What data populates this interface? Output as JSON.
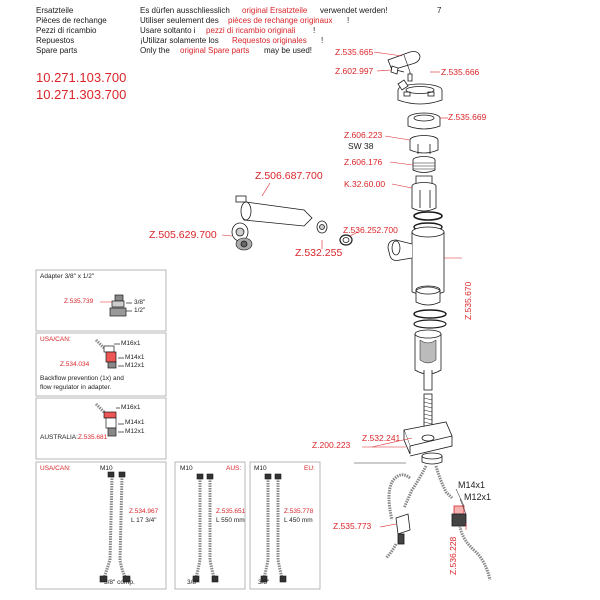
{
  "page_number": "7",
  "header": {
    "rows": [
      {
        "lang": "Ersatzteile",
        "pre": "Es dürfen ausschliesslich",
        "red": "original Ersatzteile",
        "post": "verwendet werden!"
      },
      {
        "lang": "Pièces de rechange",
        "pre": "Utiliser seulement des",
        "red": "pièces de rechange originaux",
        "post": "!"
      },
      {
        "lang": "Pezzi di ricambio",
        "pre": "Usare soltanto i",
        "red": "pezzi di ricambio originali",
        "post": "!"
      },
      {
        "lang": "Repuestos",
        "pre": "¡Utilizar solamente los",
        "red": "Requestos originales",
        "post": "!"
      },
      {
        "lang": "Spare parts",
        "pre": "Only the",
        "red": "original Spare parts",
        "post": "may be used!"
      }
    ]
  },
  "model_numbers": [
    "10.271.103.700",
    "10.271.303.700"
  ],
  "parts": {
    "z535665": "Z.535.665",
    "z602997": "Z.602.997",
    "z535666": "Z.535.666",
    "z535669": "Z.535.669",
    "z606223": "Z.606.223",
    "sw38": "SW 38",
    "z606176": "Z.606.176",
    "k3260": "K.32.60.00",
    "z506687": "Z.506.687.700",
    "z505629": "Z.505.629.700",
    "z536252": "Z.536.252.700",
    "z532255": "Z.532.255",
    "z535670": "Z.535.670",
    "z200223": "Z.200.223",
    "z532241": "Z.532.241",
    "m14": "M14x1",
    "m12": "M12x1",
    "z535773": "Z.535.773",
    "z536228": "Z.536.228"
  },
  "boxes": {
    "adapter": {
      "title": "Adapter 3/8\" x 1/2\"",
      "part": "Z.535.739",
      "t1": "3/8\"",
      "t2": "1/2\""
    },
    "usacan": {
      "region": "USA/CAN:",
      "part": "Z.534.034",
      "m16": "M16x1",
      "m14": "M14x1",
      "m12": "M12x1",
      "note1": "Backflow prevention (1x) and",
      "note2": "flow regulator in adapter."
    },
    "australia": {
      "m16": "M16x1",
      "m14": "M14x1",
      "m12": "M12x1",
      "label": "AUSTRALIA:",
      "part": "Z.535.681"
    },
    "hoses": [
      {
        "region": "USA/CAN:",
        "m": "M10",
        "part": "Z.534.967",
        "len": "L 17 3/4\"",
        "end": "3/8\" comp."
      },
      {
        "region": "AUS:",
        "m": "M10",
        "part": "Z.535.651",
        "len": "L 550 mm",
        "end": "3/8\""
      },
      {
        "region": "EU:",
        "m": "M10",
        "part": "Z.535.778",
        "len": "L 450 mm",
        "end": "3/8\""
      }
    ]
  },
  "colors": {
    "accent": "#d9252a",
    "line": "#1a1a1a",
    "grey": "#9a9a9a",
    "dark": "#555555"
  }
}
